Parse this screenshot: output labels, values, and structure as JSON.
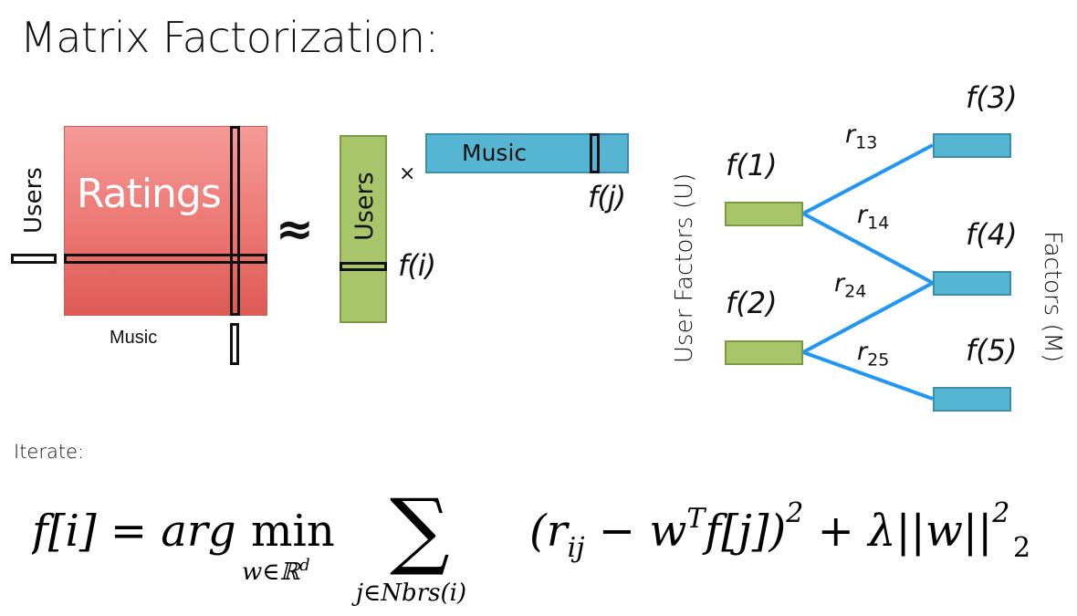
{
  "title": "Matrix Factorization:",
  "ratings_matrix": {
    "label": "Ratings",
    "rows_label": "Users",
    "cols_label": "Music"
  },
  "approx_symbol": "≈",
  "times_symbol": "×",
  "user_factor_matrix": {
    "label": "Users",
    "row_label": "f(i)"
  },
  "music_factor_matrix": {
    "label": "Music",
    "col_label": "f(j)"
  },
  "graph": {
    "left_axis_label": "User Factors (U)",
    "right_axis_label": "Factors (M)",
    "user_nodes": [
      "f(1)",
      "f(2)"
    ],
    "music_nodes": [
      "f(3)",
      "f(4)",
      "f(5)"
    ],
    "edges": [
      {
        "from": "f(1)",
        "to": "f(3)",
        "label": "r",
        "sub": "13"
      },
      {
        "from": "f(1)",
        "to": "f(4)",
        "label": "r",
        "sub": "14"
      },
      {
        "from": "f(2)",
        "to": "f(4)",
        "label": "r",
        "sub": "24"
      },
      {
        "from": "f(2)",
        "to": "f(5)",
        "label": "r",
        "sub": "25"
      }
    ],
    "colors": {
      "user_node": "#a8c56a",
      "music_node": "#56b5d2",
      "edge": "#2196f3"
    }
  },
  "iterate_label": "Iterate:",
  "formula": {
    "lhs": "f[i] = arg",
    "min": "min",
    "min_sub": "w∈ℝ",
    "min_sub_sup": "d",
    "sum_sub": "j∈Nbrs(i)",
    "term": "(r",
    "term_sub": "ij",
    "term_mid": " − w",
    "term_sup": "T",
    "term_end": "f[j])",
    "sq": "2",
    "reg": " + λ||w||",
    "reg_sup": "2",
    "reg_sub": "2"
  },
  "colors": {
    "ratings_top": "#f59a98",
    "ratings_bottom": "#dd5a55"
  }
}
